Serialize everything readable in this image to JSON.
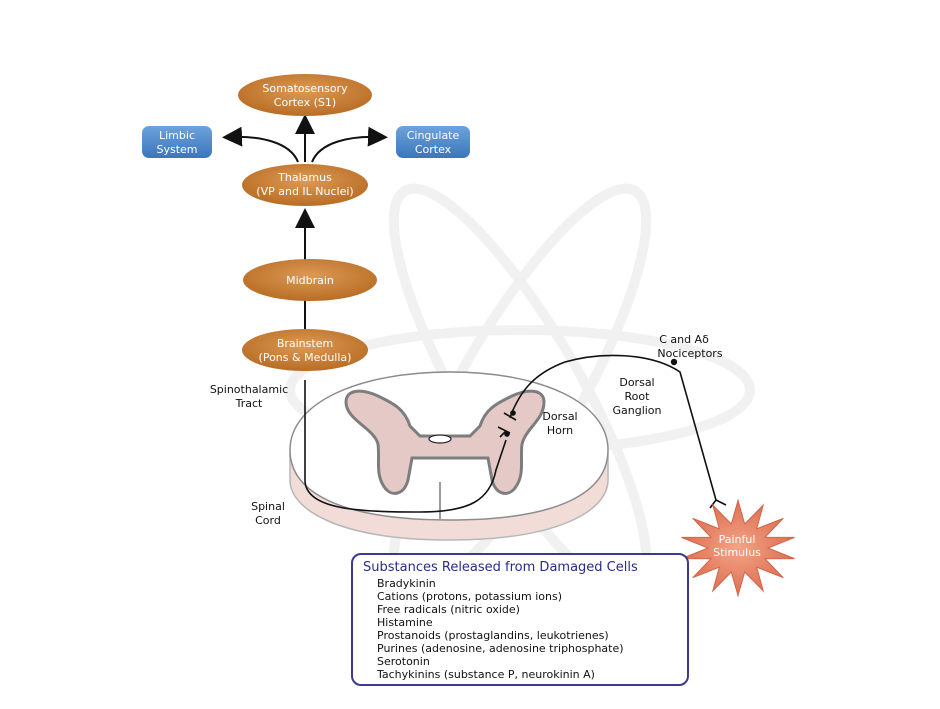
{
  "nodes": {
    "somatosensory": [
      "Somatosensory",
      "Cortex (S1)"
    ],
    "thalamus": [
      "Thalamus",
      "(VP and IL Nuclei)"
    ],
    "midbrain": [
      "Midbrain"
    ],
    "brainstem": [
      "Brainstem",
      "(Pons & Medulla)"
    ],
    "limbic": [
      "Limbic",
      "System"
    ],
    "cingulate": [
      "Cingulate",
      "Cortex"
    ]
  },
  "labels": {
    "spinothalamic": [
      "Spinothalamic",
      "Tract"
    ],
    "spinal_cord": [
      "Spinal",
      "Cord"
    ],
    "dorsal_horn": [
      "Dorsal",
      "Horn"
    ],
    "drg": [
      "Dorsal",
      "Root",
      "Ganglion"
    ],
    "nociceptors": [
      "C and Aδ",
      "Nociceptors"
    ],
    "painful": [
      "Painful",
      "Stimulus"
    ]
  },
  "substances": {
    "title": "Substances Released from Damaged Cells",
    "items": [
      "Bradykinin",
      "Cations (protons, potassium ions)",
      "Free radicals (nitric oxide)",
      "Histamine",
      "Prostanoids (prostaglandins, leukotrienes)",
      "Purines (adenosine, adenosine triphosphate)",
      "Serotonin",
      "Tachykinins (substance P, neurokinin A)"
    ]
  },
  "colors": {
    "orange": "#c67a2e",
    "blue": "#4a86c8",
    "star": "#e07a5c"
  }
}
